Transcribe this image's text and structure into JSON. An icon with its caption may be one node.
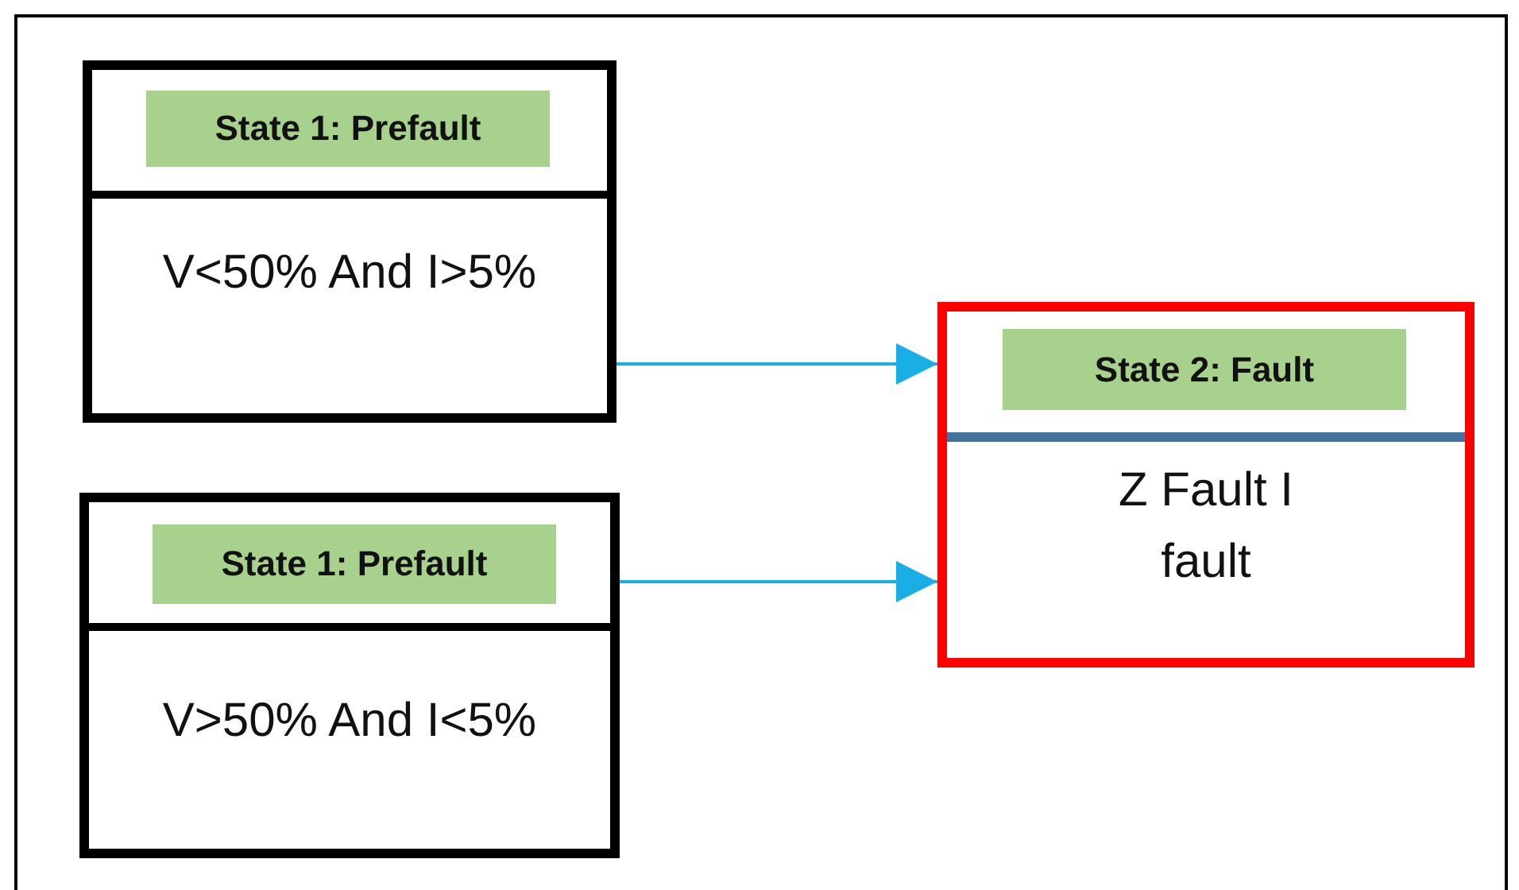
{
  "diagram": {
    "nodes": [
      {
        "text": [
          "V<50% And I>5%"
        ]
      },
      {
        "text": [
          "State 1: Prefault"
        ],
        "in": 0
      },
      {
        "text": [
          "V>50% And I<5%"
        ]
      },
      {
        "text": [
          "State 1: Prefault"
        ],
        "in": 2
      },
      {
        "text": [
          "Z Fault I fault"
        ]
      },
      {
        "text": [
          "State 2: Fault"
        ],
        "in": 4
      }
    ],
    "edges": [
      {
        "from": 0,
        "to": 4,
        "arrow": "to"
      },
      {
        "from": 2,
        "to": 4,
        "arrow": "to"
      }
    ]
  }
}
